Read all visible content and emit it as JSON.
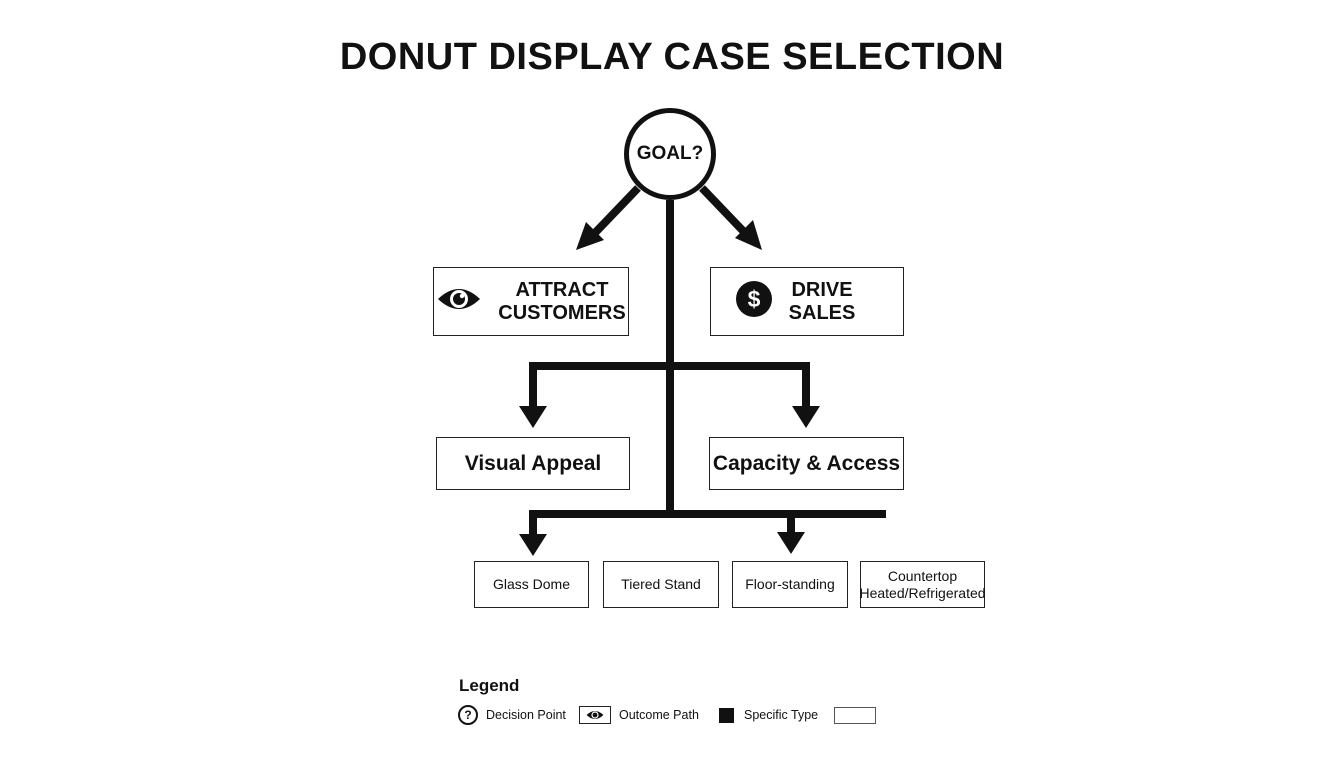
{
  "title": "DONUT DISPLAY CASE SELECTION",
  "decision": {
    "label": "GOAL?"
  },
  "outcomes": [
    {
      "line1": "ATTRACT",
      "line2": "CUSTOMERS",
      "icon": "eye-icon"
    },
    {
      "line1": "DRIVE",
      "line2": "SALES",
      "icon": "dollar-icon"
    }
  ],
  "features": [
    {
      "label": "Visual Appeal"
    },
    {
      "label": "Capacity & Access"
    }
  ],
  "types": [
    {
      "line1": "Glass Dome",
      "line2": ""
    },
    {
      "line1": "Tiered Stand",
      "line2": ""
    },
    {
      "line1": "Floor-standing",
      "line2": ""
    },
    {
      "line1": "Countertop",
      "line2": "Heated/Refrigerated"
    }
  ],
  "legend": {
    "title": "Legend",
    "decision_symbol": "?",
    "decision_label": "Decision Point",
    "outcome_label": "Outcome Path",
    "type_label": "Specific Type"
  },
  "colors": {
    "ink": "#111111",
    "background": "#ffffff"
  }
}
